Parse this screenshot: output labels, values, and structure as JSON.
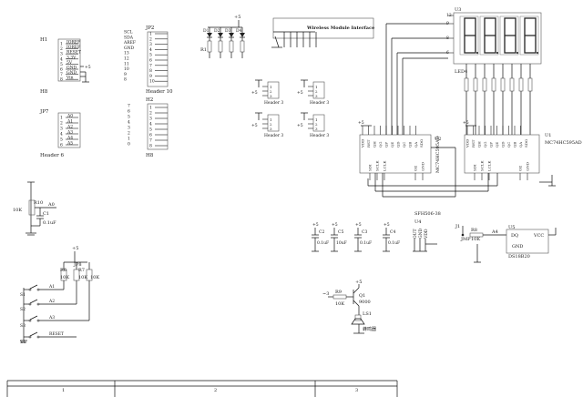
{
  "labels": {
    "h1_ref": "H1",
    "h1_name": "H8",
    "h1_pins": [
      "IOREF",
      "IOREF",
      "RESET",
      "3.3V",
      "5V",
      "GND",
      "GND",
      "Vin"
    ],
    "h1_nums": [
      "1",
      "2",
      "3",
      "4",
      "5",
      "6",
      "7",
      "8"
    ],
    "jp2_ref": "JP2",
    "jp2_name": "Header 10",
    "jp2_pins": [
      "SCL",
      "SDA",
      "AREF",
      "GND",
      "13",
      "12",
      "11",
      "10",
      "9",
      "8"
    ],
    "jp2_nums": [
      "1",
      "2",
      "3",
      "4",
      "5",
      "6",
      "7",
      "8",
      "9",
      "10"
    ],
    "jp7_ref": "JP7",
    "jp7_name": "Header 6",
    "jp7_pins": [
      "A0",
      "A1",
      "A2",
      "A3",
      "A4",
      "A5"
    ],
    "jp7_nums": [
      "1",
      "2",
      "3",
      "4",
      "5",
      "6"
    ],
    "h2_ref": "H2",
    "h2_name": "H8",
    "h2_pins": [
      "7",
      "6",
      "5",
      "4",
      "3",
      "2",
      "1",
      "0"
    ],
    "h2_nums": [
      "1",
      "2",
      "3",
      "4",
      "5",
      "6",
      "7",
      "8"
    ],
    "leds": [
      "D1",
      "D2",
      "D3",
      "D4"
    ],
    "led_res": "R1",
    "vcc": "+5",
    "wireless": "Wireless Module Interface",
    "header3": "Header 3",
    "disp_ref": "U3",
    "disp_name": "LED4",
    "disp_pins_left": [
      "12",
      "9",
      "8",
      "6"
    ],
    "u2_ref": "U2",
    "u2_name": "MC74HC595AD",
    "u1_ref": "U1",
    "u1_name": "MC74HC595AD",
    "sr_top_pins": [
      "VDD",
      "RST",
      "QH",
      "QG",
      "QF",
      "QE",
      "QD",
      "QC",
      "QB",
      "QA"
    ],
    "sr_bot_pins": [
      "SDI",
      "SCLK",
      "LCLK",
      "OE",
      "GND"
    ],
    "sr_out": "SDO",
    "r10": "R10",
    "r10_val": "10K",
    "a0": "A0",
    "c1": "C1",
    "c1_val": "0.1uF",
    "caps": [
      {
        "ref": "C2",
        "val": "0.1uF"
      },
      {
        "ref": "C5",
        "val": "10uF"
      },
      {
        "ref": "C3",
        "val": "0.1uF"
      },
      {
        "ref": "C4",
        "val": "0.1uF"
      }
    ],
    "sfh": "SFH506-38",
    "u4": "U4",
    "sfh_pins": [
      "OUT",
      "GND",
      "VDD"
    ],
    "jmp": "JMP",
    "j1": "J1",
    "r8": "R8",
    "r8_val": "10K",
    "a4": "A4",
    "u5": "U5",
    "u5_name": "DS18B20",
    "u5_pins": [
      "DQ",
      "VCC",
      "GND"
    ],
    "r6": "R6",
    "r7": "R7",
    "r_res_val": "10K",
    "jp8": "JP8",
    "switches": [
      "S1",
      "S2",
      "S3",
      "S4"
    ],
    "sw_nets": [
      "A1",
      "A2",
      "A3",
      "RESET"
    ],
    "r9": "R9",
    "r9_val": "10K",
    "q1": "Q1",
    "q1_val": "9000",
    "ls1": "LS1",
    "buzzer": "蜂鸣器",
    "d3_net": "~3",
    "frame": [
      "1",
      "2",
      "3"
    ]
  }
}
